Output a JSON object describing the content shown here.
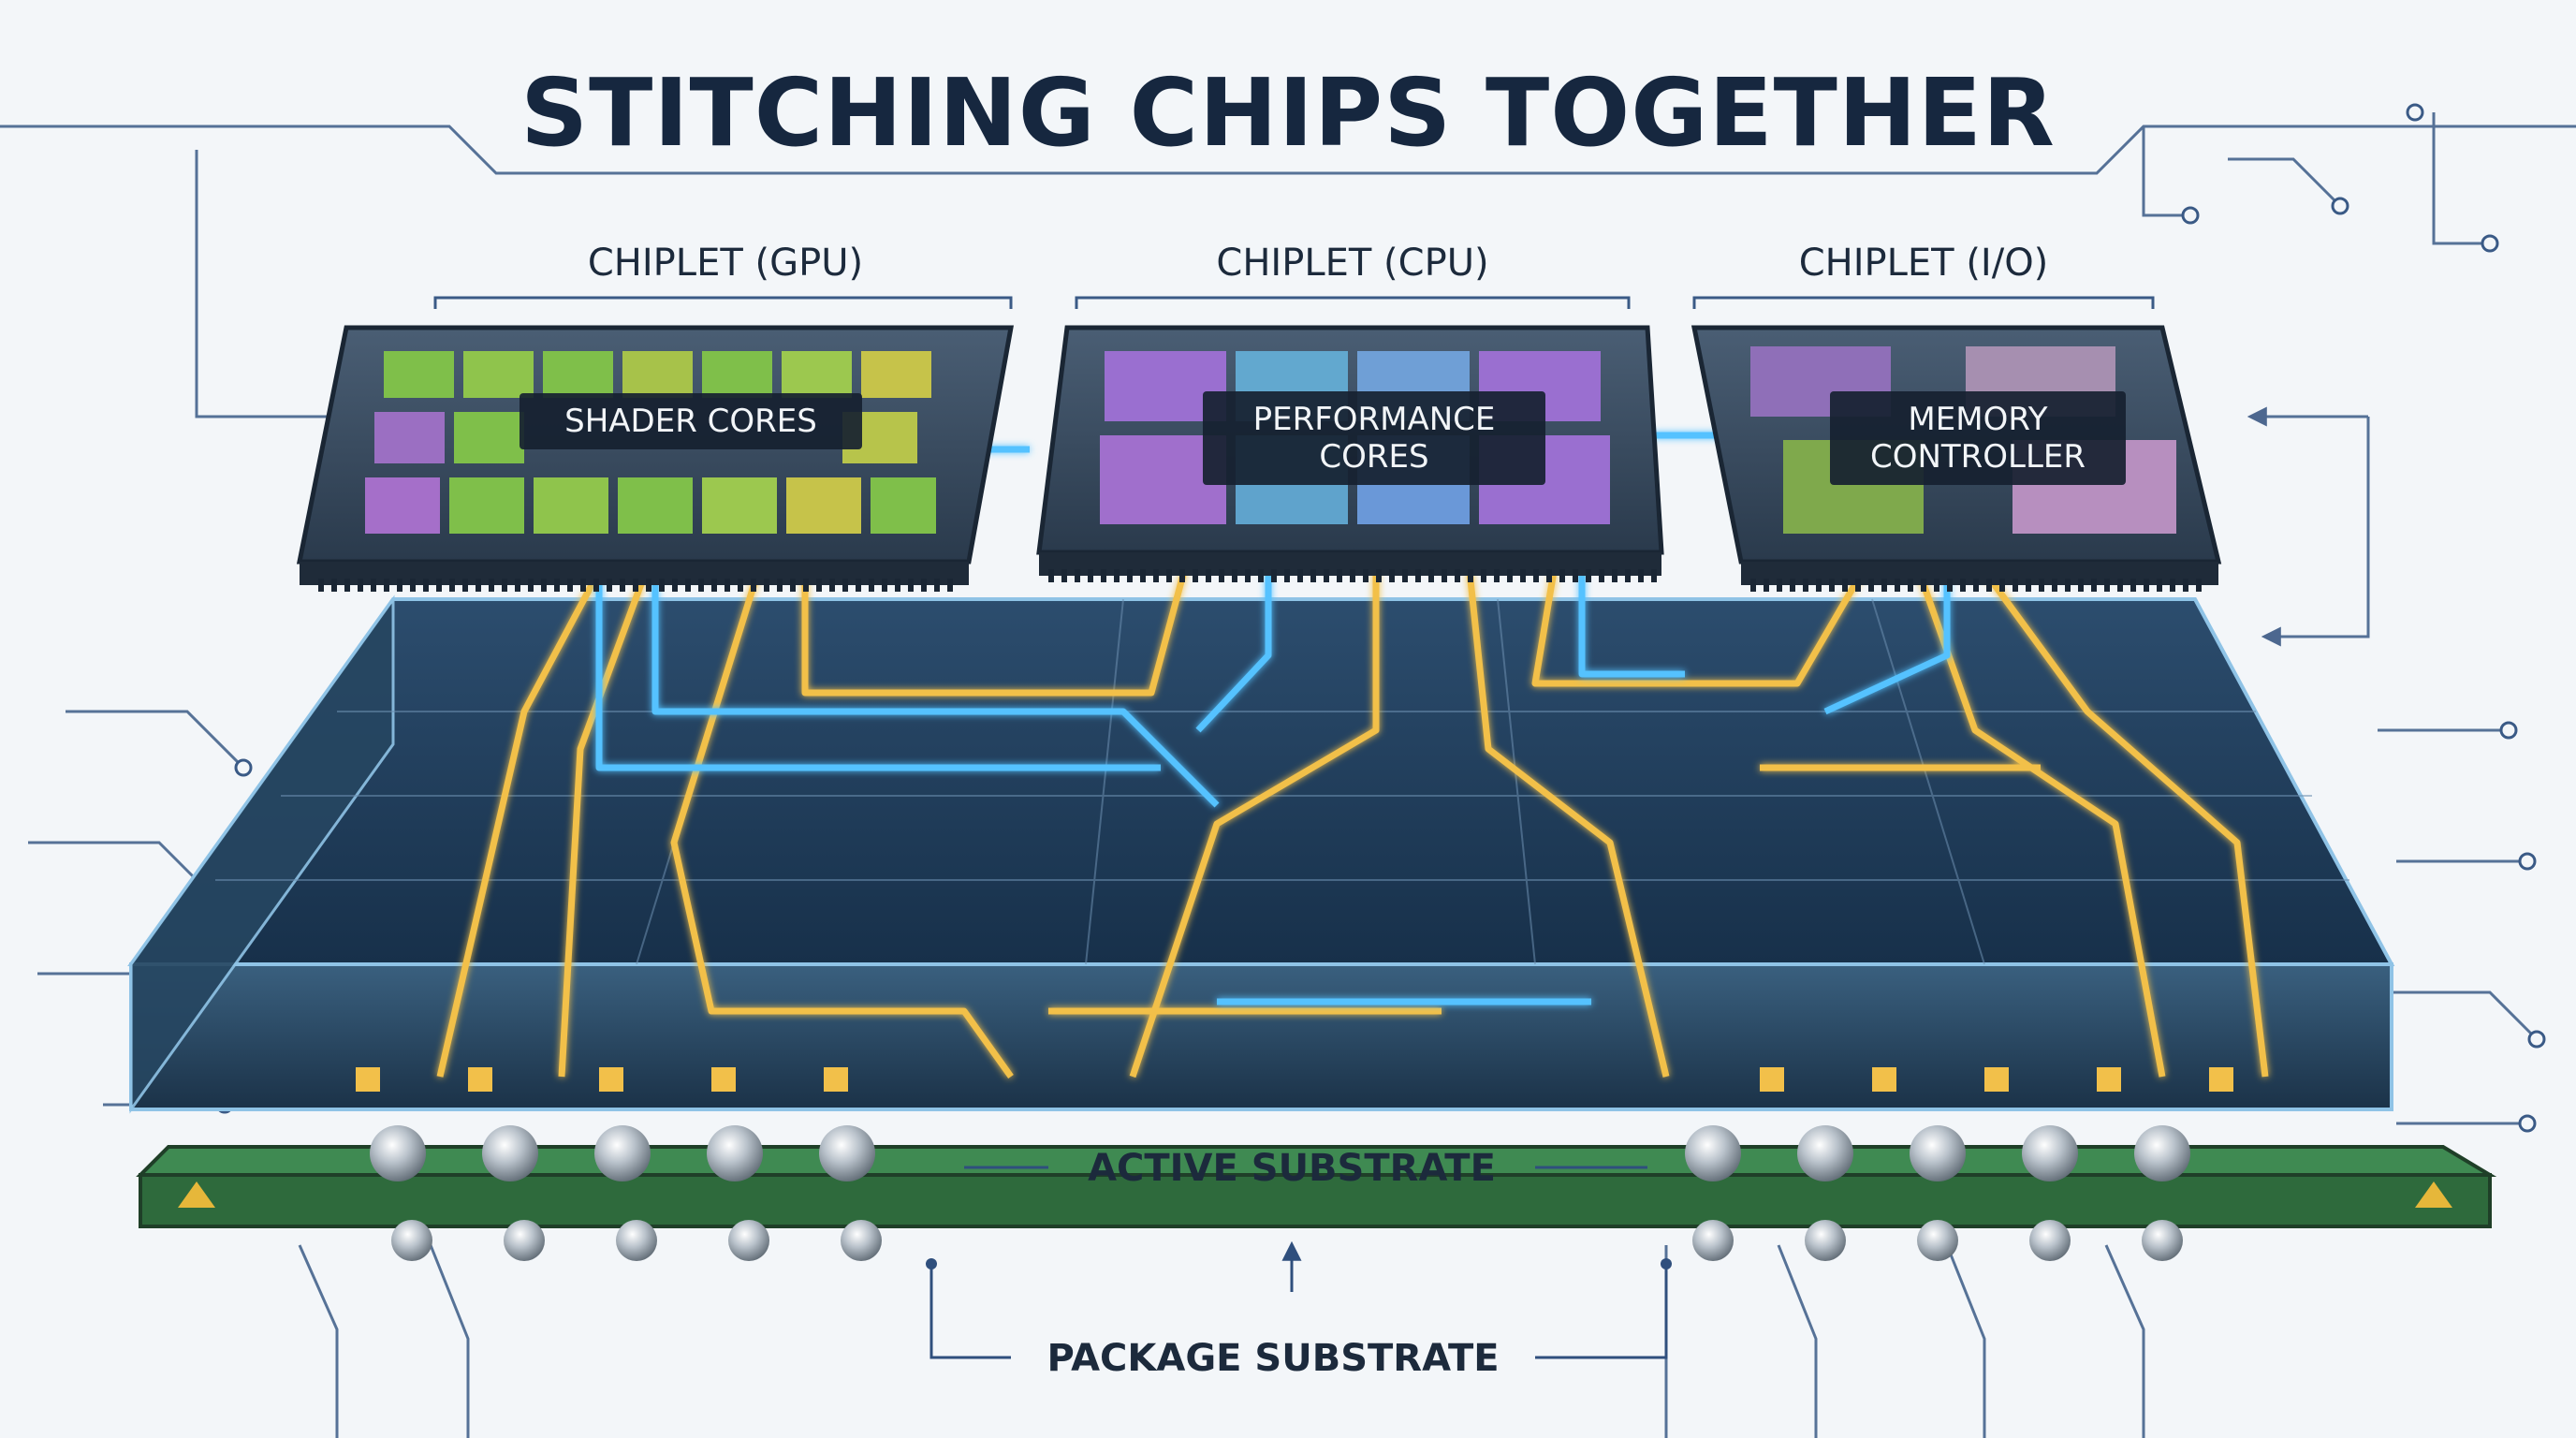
{
  "title": "STITCHING CHIPS TOGETHER",
  "chiplets": [
    {
      "header": "CHIPLET (GPU)",
      "block": "SHADER CORES"
    },
    {
      "header": "CHIPLET (CPU)",
      "block": "PERFORMANCE CORES"
    },
    {
      "header": "CHIPLET (I/O)",
      "block": "MEMORY CONTROLLER"
    }
  ],
  "layers": {
    "active": "ACTIVE SUBSTRATE",
    "package": "PACKAGE SUBSTRATE"
  },
  "colors": {
    "background": "#f3f6f9",
    "title": "#16273f",
    "trace_gold": "#f2c04a",
    "trace_blue": "#54c2ff",
    "gpu_cores": "#7fbf4a",
    "cpu_cores": "#9a6fd0",
    "io_blocks": "#8f8fb0",
    "package_pcb": "#2e6a3c",
    "schematic_lines": "#2f4f7d"
  }
}
